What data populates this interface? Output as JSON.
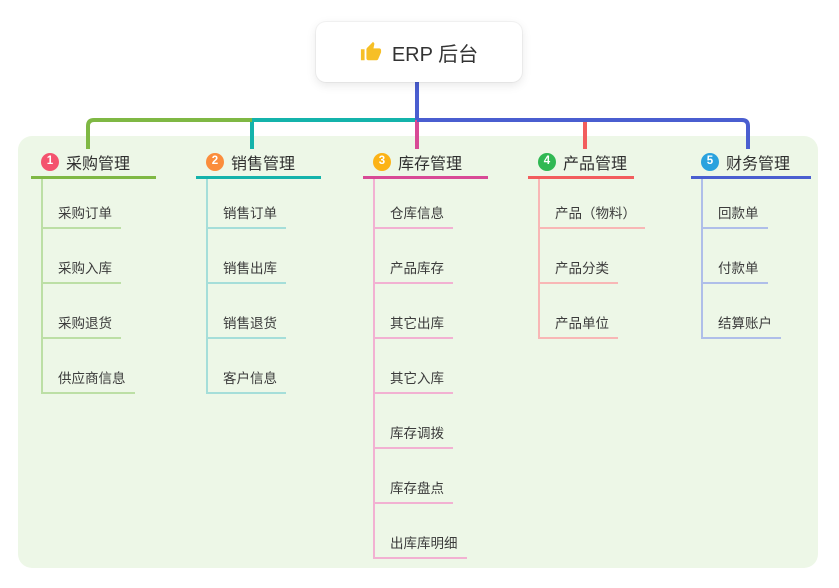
{
  "root": {
    "label": "ERP 后台",
    "icon": "thumbs-up-icon"
  },
  "colors": {
    "page_bg": "#ffffff",
    "panel_bg": "#edf7e7",
    "root_text": "#333333",
    "title_text": "#2f2f2f",
    "child_text": "#3b3b3b",
    "thumb_icon": "#f6bf26",
    "trunk_blue": "#4a5ed0"
  },
  "branches": [
    {
      "badge": "1",
      "title": "采购管理",
      "badge_color": "#f4536e",
      "line_color": "#7fb844",
      "pale_color": "#bcdfa5",
      "children": [
        "采购订单",
        "采购入库",
        "采购退货",
        "供应商信息"
      ]
    },
    {
      "badge": "2",
      "title": "销售管理",
      "badge_color": "#fb8d3c",
      "line_color": "#14b3ab",
      "pale_color": "#a5ded9",
      "children": [
        "销售订单",
        "销售出库",
        "销售退货",
        "客户信息"
      ]
    },
    {
      "badge": "3",
      "title": "库存管理",
      "badge_color": "#fcb316",
      "line_color": "#d84a96",
      "pale_color": "#f2b1d2",
      "children": [
        "仓库信息",
        "产品库存",
        "其它出库",
        "其它入库",
        "库存调拨",
        "库存盘点",
        "出库库明细"
      ]
    },
    {
      "badge": "4",
      "title": "产品管理",
      "badge_color": "#30b853",
      "line_color": "#f25d5d",
      "pale_color": "#f8b7b6",
      "children": [
        "产品（物料）",
        "产品分类",
        "产品单位"
      ]
    },
    {
      "badge": "5",
      "title": "财务管理",
      "badge_color": "#2aa2de",
      "line_color": "#4a5ed0",
      "pale_color": "#afbee9",
      "children": [
        "回款单",
        "付款单",
        "结算账户"
      ]
    }
  ]
}
